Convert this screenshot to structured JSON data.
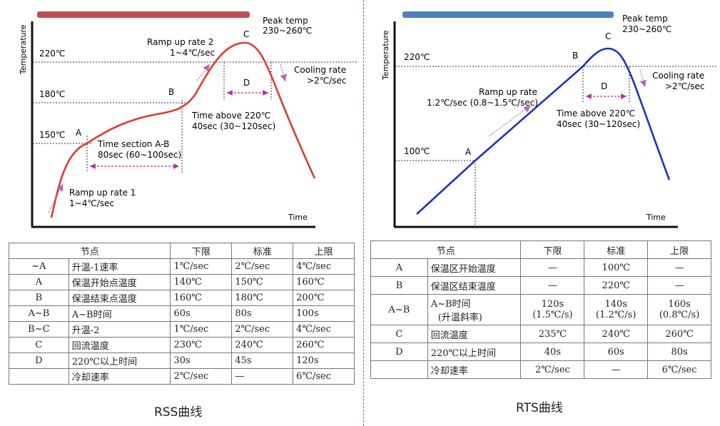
{
  "rss": {
    "caption": "RSS曲线",
    "chart": {
      "ylabel": "Temperature",
      "xlabel": "Time",
      "levels": [
        "220℃",
        "180℃",
        "150℃"
      ],
      "points": [
        "A",
        "B",
        "C",
        "D"
      ],
      "annotations": {
        "peak_title": "Peak temp",
        "peak_range": "230~260℃",
        "ramp2_title": "Ramp up rate 2",
        "ramp2_value": "1~4℃/sec",
        "cool_title": "Cooling rate",
        "cool_value": ">2℃/sec",
        "above_title": "Time above 220℃",
        "above_value": "40sec  (30~120sec)",
        "section_title": "Time section A-B",
        "section_value": "80sec (60~100sec)",
        "ramp1_title": "Ramp up rate 1",
        "ramp1_value": "1~4℃/sec"
      },
      "banner_color": "#c0504d",
      "curve_color": "#e03a2e"
    },
    "table": {
      "headers": [
        "节点",
        "",
        "下限",
        "标准",
        "上限"
      ],
      "rows": [
        [
          "~A",
          "升温-1速率",
          "1℃/sec",
          "2℃/sec",
          "4℃/sec"
        ],
        [
          "A",
          "保温开始点温度",
          "140℃",
          "150℃",
          "160℃"
        ],
        [
          "B",
          "保温结束点温度",
          "160℃",
          "180℃",
          "200℃"
        ],
        [
          "A~B",
          "A~B时间",
          "60s",
          "80s",
          "100s"
        ],
        [
          "B~C",
          "升温-2",
          "1℃/sec",
          "2℃/sec",
          "4℃/sec"
        ],
        [
          "C",
          "回流温度",
          "230℃",
          "240℃",
          "260℃"
        ],
        [
          "D",
          "220℃以上时间",
          "30s",
          "45s",
          "120s"
        ],
        [
          "",
          "冷却速率",
          "2℃/sec",
          "—",
          "6℃/sec"
        ]
      ]
    }
  },
  "rts": {
    "caption": "RTS曲线",
    "chart": {
      "ylabel": "Temperature",
      "xlabel": "Time",
      "levels": [
        "220℃",
        "100℃"
      ],
      "points": [
        "A",
        "B",
        "C",
        "D"
      ],
      "annotations": {
        "peak_title": "Peak temp",
        "peak_range": "230~260℃",
        "cool_title": "Cooling rate",
        "cool_value": ">2℃/sec",
        "ramp_title": "Ramp up rate",
        "ramp_value": "1.2℃/sec (0.8~1.5℃/sec)",
        "above_title": "Time above 220℃",
        "above_value": "40sec  (30~120sec)"
      },
      "banner_color": "#4f81bd",
      "curve_color": "#1f2fc8"
    },
    "table": {
      "headers": [
        "节点",
        "",
        "下限",
        "标准",
        "上限"
      ],
      "rows": [
        [
          "A",
          "保温区开始温度",
          "—",
          "100℃",
          "—"
        ],
        [
          "B",
          "保温区结束温度",
          "—",
          "220℃",
          "—"
        ],
        [
          "A~B",
          "A~B时间",
          "120s",
          "140s",
          "160s"
        ],
        [
          "C",
          "回流温度",
          "235℃",
          "240℃",
          "260℃"
        ],
        [
          "D",
          "220℃以上时间",
          "40s",
          "60s",
          "80s"
        ],
        [
          "",
          "冷却速率",
          "2℃/sec",
          "—",
          "6℃/sec"
        ]
      ],
      "row3_sub": {
        "item": "(升温斜率)",
        "lower": "(1.5℃/s)",
        "standard": "(1.2℃/s)",
        "upper": "(0.8℃/s)"
      }
    }
  }
}
